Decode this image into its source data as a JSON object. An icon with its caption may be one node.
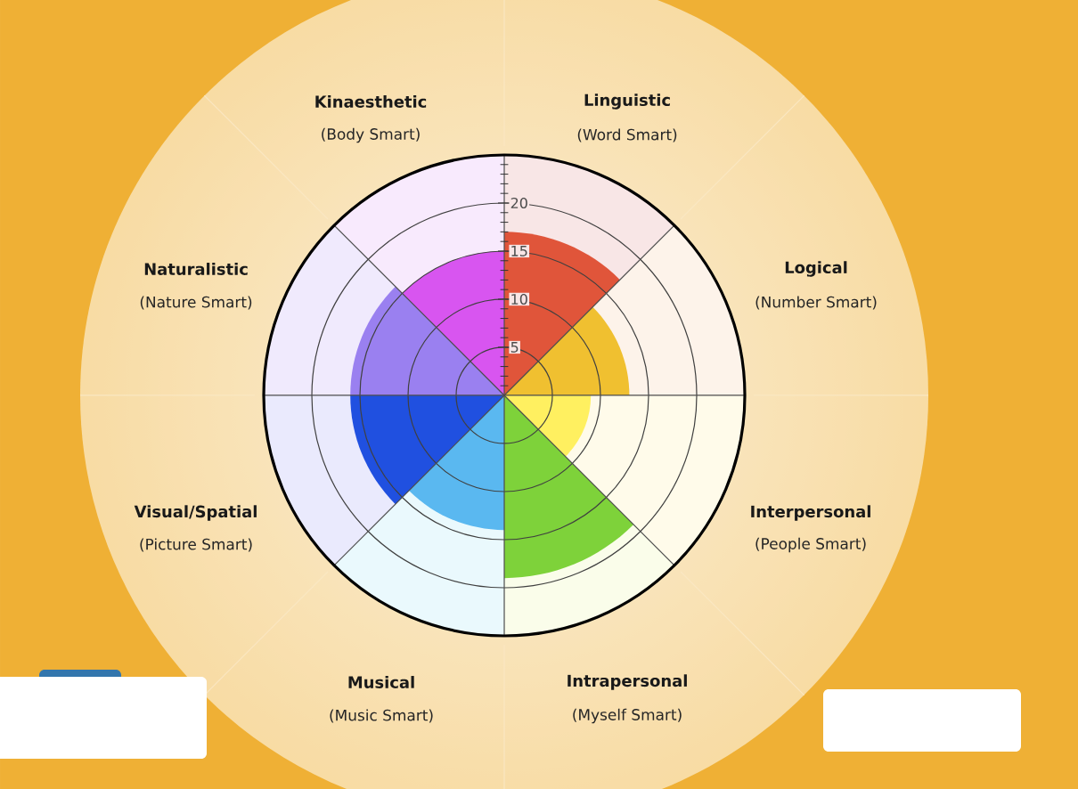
{
  "diagram": {
    "labels": [
      "Kinaesthetic",
      "(Body Smart)",
      "Linguistic",
      "(Word Smart)",
      "20",
      "15",
      "10",
      "5",
      "Naturalistic",
      "(Nature Smart)",
      "Logical",
      "(Number Smart)",
      "Visual/Spatial",
      "(Picture Smart)",
      "Interpersonal",
      "(People Smart)",
      "Musical",
      "(Music Smart)",
      "Intrapersonal",
      "(Myself Smart)"
    ]
  }
}
